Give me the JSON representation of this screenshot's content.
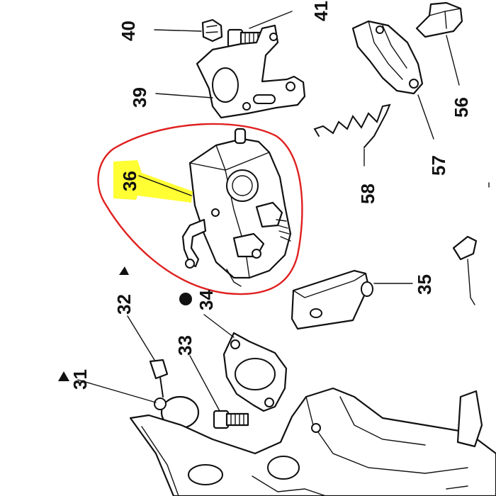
{
  "labels": {
    "p31": "31",
    "p32": "32",
    "p33": "33",
    "p34": "34",
    "p35": "35",
    "p36": "36",
    "p39": "39",
    "p40": "40",
    "p41": "41",
    "p56": "56",
    "p57": "57",
    "p58": "58"
  },
  "colors": {
    "highlight": "#ffff33",
    "circle": "#e02020",
    "ink": "#111111"
  }
}
